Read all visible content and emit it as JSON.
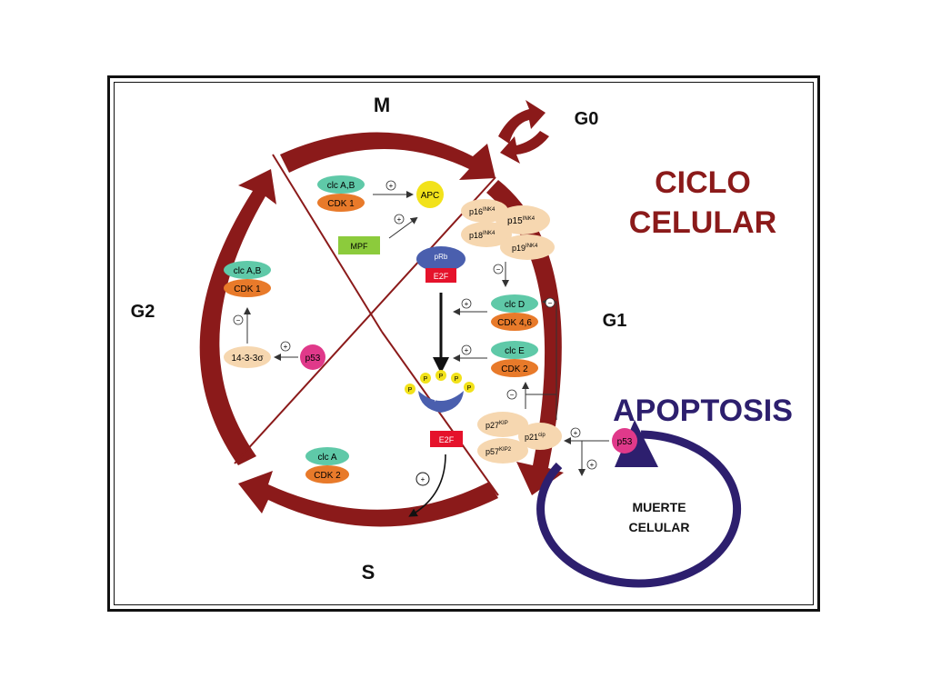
{
  "phases": {
    "m": "M",
    "g0": "G0",
    "g1": "G1",
    "g2": "G2",
    "s": "S"
  },
  "titles": {
    "ciclo_line1": "CICLO",
    "ciclo_line2": "CELULAR",
    "apoptosis": "APOPTOSIS",
    "muerte_line1": "MUERTE",
    "muerte_line2": "CELULAR"
  },
  "m_phase": {
    "cyclin": "clc A,B",
    "cdk": "CDK 1",
    "apc": "APC",
    "mpf": "MPF"
  },
  "g2_phase": {
    "cyclin": "clc A,B",
    "cdk": "CDK 1",
    "protein": "14-3-3σ",
    "p53": "p53"
  },
  "s_phase": {
    "cyclin": "clc A",
    "cdk": "CDK 2"
  },
  "inhibitors_top": {
    "p16": "p16",
    "p16_sup": "INK4",
    "p15": "p15",
    "p15_sup": "INK4",
    "p18": "p18",
    "p18_sup": "INK4",
    "p19": "p19",
    "p19_sup": "INK4"
  },
  "inhibitors_bottom": {
    "p27": "p27",
    "p27_sup": "KIP",
    "p21": "p21",
    "p21_sup": "cip",
    "p57": "p57",
    "p57_sup": "KIP2"
  },
  "g1_phase": {
    "cyclin_d": "clc D",
    "cdk46": "CDK 4,6",
    "cyclin_e": "clc E",
    "cdk2": "CDK 2",
    "p53": "p53"
  },
  "center": {
    "prb": "pRb",
    "e2f": "E2F",
    "phos": "P"
  },
  "signs": {
    "plus": "+",
    "minus": "−"
  },
  "colors": {
    "arrow": "#8b1a1a",
    "apoptosis": "#2d1f6e",
    "cyclin": "#5fc9a8",
    "cdk": "#e87a2a",
    "inhibitor": "#f6d7b0",
    "p53": "#e0398a",
    "e2f": "#e5122b",
    "prb": "#4a5fae",
    "apc": "#f2e21a",
    "mpf": "#8ccb3c"
  }
}
